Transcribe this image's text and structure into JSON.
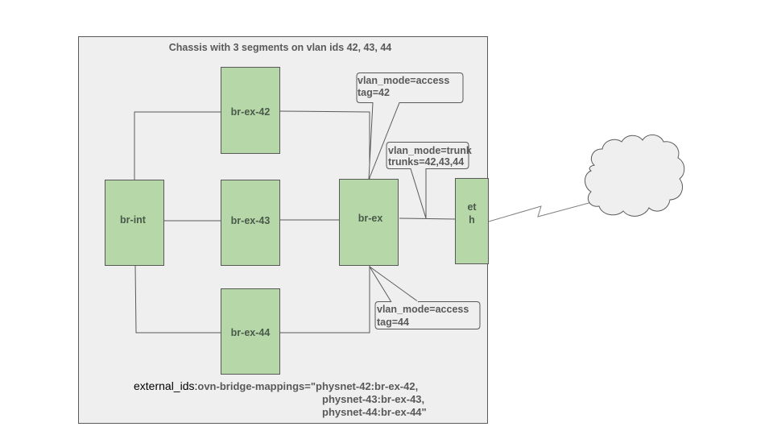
{
  "diagram": {
    "title": "Chassis with 3 segments on vlan ids 42, 43, 44",
    "bridges": {
      "br_int": "br-int",
      "br_ex_42": "br-ex-42",
      "br_ex_43": "br-ex-43",
      "br_ex_44": "br-ex-44",
      "br_ex": "br-ex",
      "eth_line1": "et",
      "eth_line2": "h"
    },
    "callouts": {
      "access_42": {
        "line1": "vlan_mode=access",
        "line2": "tag=42"
      },
      "trunk": {
        "line1": "vlan_mode=trunk",
        "line2": "trunks=42,43,44"
      },
      "access_44": {
        "line1": "vlan_mode=access",
        "line2": "tag=44"
      }
    },
    "external_ids": {
      "prefix": "external_ids:",
      "key": "ovn-bridge-mappings=\"",
      "line1": "physnet-42:br-ex-42,",
      "line2": "physnet-43:br-ex-43,",
      "line3": "physnet-44:br-ex-44\""
    },
    "colors": {
      "bridge_fill": "#b6d7a8",
      "chassis_fill": "#efefef",
      "stroke": "#595959"
    }
  }
}
